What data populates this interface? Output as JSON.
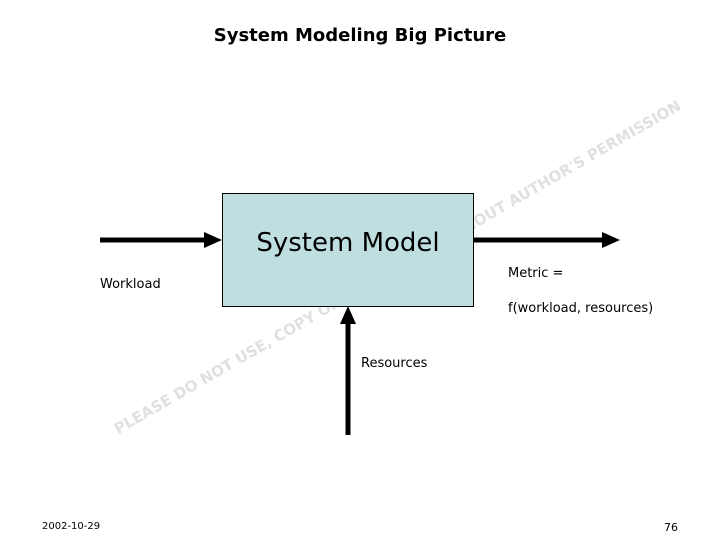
{
  "slide": {
    "title": "System Modeling Big Picture",
    "date": "2002-10-29",
    "page_number": "76"
  },
  "diagram": {
    "box_label": "System Model",
    "box_fill": "#bfdee0",
    "box_border": "#000000",
    "input_label": "Workload",
    "bottom_input_label": "Resources",
    "output_label_line1": "Metric =",
    "output_label_line2": "f(workload, resources)"
  },
  "watermark": {
    "text": "PLEASE DO NOT USE, COPY OR DISTRIBUTE WITHOUT AUTHOR'S PERMISSION",
    "color": "#e0e0e0"
  }
}
